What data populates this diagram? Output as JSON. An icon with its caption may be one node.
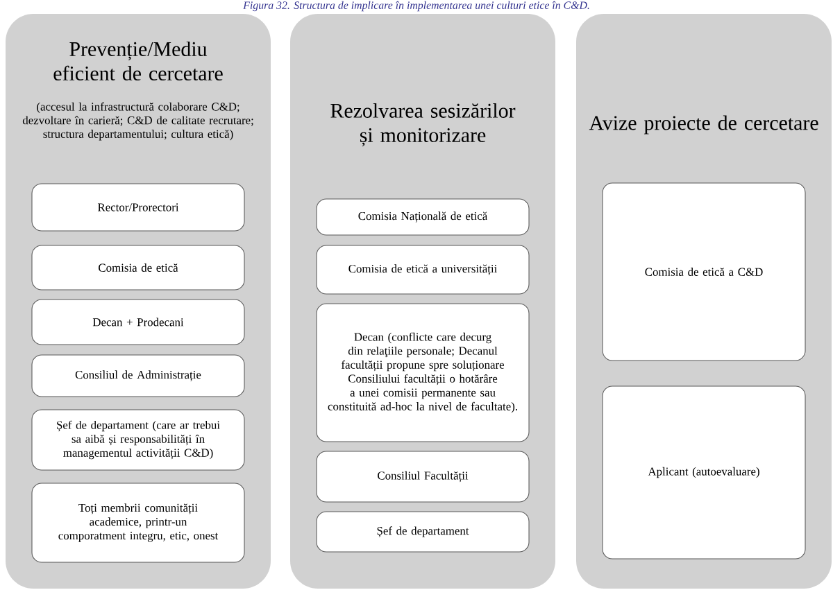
{
  "diagram": {
    "title": "Figura 32. Structura de implicare în implementarea unei culturi etice în C&D.",
    "nodes": [
      {
        "text": [
          "Prevenție/Mediu eficient de cercetare",
          "(accesul la infrastructură colaborare C&D; dezvoltare în carieră; C&D de calitate recrutare; structura departamentului; cultura etică)"
        ]
      },
      {
        "text": [
          "Rector/Prorectori"
        ],
        "in": 0
      },
      {
        "text": [
          "Comisia de etică"
        ],
        "in": 0
      },
      {
        "text": [
          "Decan + Prodecani"
        ],
        "in": 0
      },
      {
        "text": [
          "Consiliul de Administrație"
        ],
        "in": 0
      },
      {
        "text": [
          "Șef de departament (care ar trebui sa aibă și responsabilități în managementul activității C&D)"
        ],
        "in": 0
      },
      {
        "text": [
          "Toți membrii comunității academice, printr-un comporatment integru, etic, onest"
        ],
        "in": 0
      },
      {
        "text": [
          "Rezolvarea sesizărilor și monitorizare"
        ]
      },
      {
        "text": [
          "Comisia Națională de etică"
        ],
        "in": 7
      },
      {
        "text": [
          "Comisia de etică a universității"
        ],
        "in": 7
      },
      {
        "text": [
          "Decan (conflicte care decurg din relaţiile personale; Decanul facultății propune spre soluționare Consiliului facultății o hotărâre a unei comisii permanente sau constituită ad-hoc la nivel de facultate)."
        ],
        "in": 7
      },
      {
        "text": [
          "Consiliul Facultății"
        ],
        "in": 7
      },
      {
        "text": [
          "Șef de departament"
        ],
        "in": 7
      },
      {
        "text": [
          "Avize proiecte de cercetare"
        ]
      },
      {
        "text": [
          "Comisia de etică a C&D"
        ],
        "in": 13
      },
      {
        "text": [
          "Aplicant (autoevaluare)"
        ],
        "in": 13
      }
    ]
  }
}
